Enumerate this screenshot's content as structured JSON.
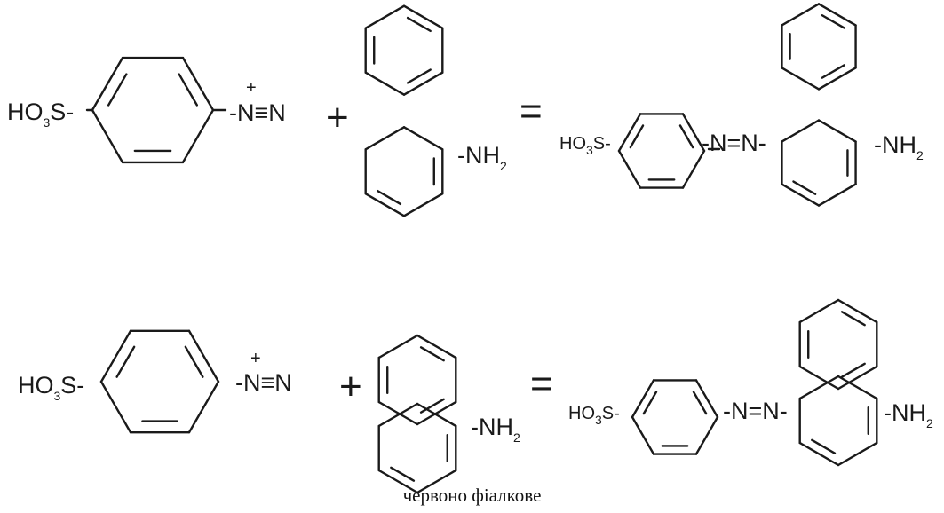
{
  "reactions": [
    {
      "reactant1": {
        "substituent": "HO3S-",
        "group": "N≡N",
        "charge": "+"
      },
      "operator": "+",
      "reactant2": {
        "substituent": "-NH2"
      },
      "equals": "=",
      "product": {
        "left": "HO3S-",
        "azo": "-N=N-",
        "right": "-NH2"
      }
    },
    {
      "reactant1": {
        "substituent": "HO3S-",
        "group": "N≡N",
        "charge": "+"
      },
      "operator": "+",
      "reactant2": {
        "substituent": "-NH2"
      },
      "equals": "=",
      "product": {
        "left": "HO3S-",
        "azo": "-N=N-",
        "right": "-NH2"
      }
    }
  ],
  "caption": "червоно фіалкове",
  "colors": {
    "ink": "#1a1a1a",
    "background": "#ffffff"
  }
}
